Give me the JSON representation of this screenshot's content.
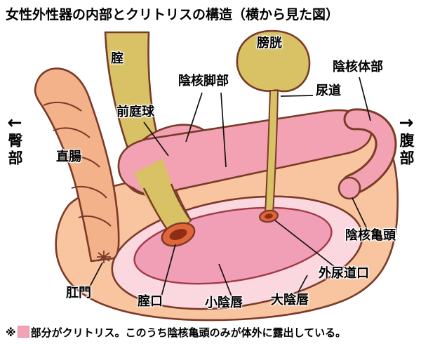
{
  "title": "女性外性器の内部とクリトリスの構造（横から見た図）",
  "side_labels": {
    "left_arrow": "←",
    "left": "臀部",
    "right_arrow": "→",
    "right": "腹部"
  },
  "labels": {
    "vagina": "腟",
    "bladder": "膀胱",
    "clitoral_crus": "陰核脚部",
    "urethra": "尿道",
    "clitoral_body": "陰核体部",
    "vestibular_bulb": "前庭球",
    "rectum": "直腸",
    "clitoral_glans": "陰核亀頭",
    "anus": "肛門",
    "vaginal_opening": "腟口",
    "labia_minora": "小陰唇",
    "labia_majora": "大陰唇",
    "external_urethral_opening": "外尿道口"
  },
  "footnote": {
    "marker": "※",
    "text": "部分がクリトリス。このうち陰核亀頭のみが体外に露出している。"
  },
  "colors": {
    "skin_peach": "#f9c5a0",
    "rectum_peach": "#f3b289",
    "clitoris_pink": "#f2a2b2",
    "vulva_outer_pink": "#fbd8df",
    "vulva_inner_pink": "#f19fb6",
    "organ_yellow": "#d8c265",
    "opening_orange": "#e0653a",
    "opening_dark": "#8e2c14",
    "outline_maroon": "#7a3a28",
    "legend_swatch": "#f2a4b6"
  }
}
